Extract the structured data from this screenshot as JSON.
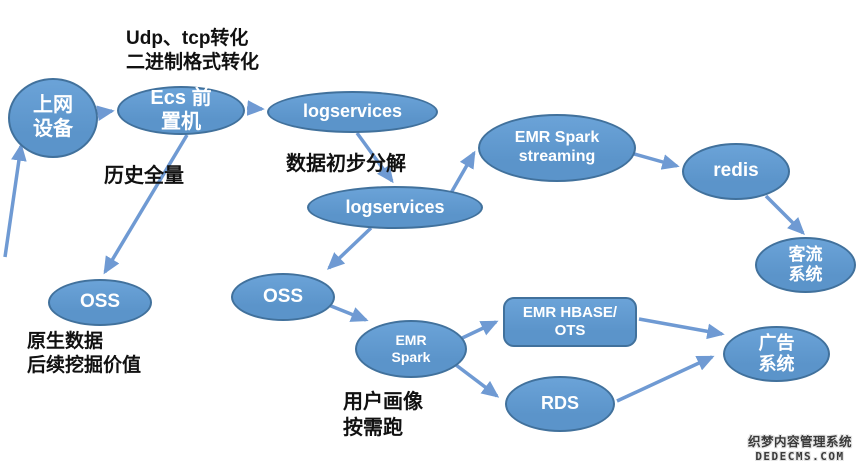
{
  "colors": {
    "node_fill": "#5b94ca",
    "node_fill_top": "#6ba3d8",
    "node_border": "#41719c",
    "node_text": "#ffffff",
    "arrow": "#6f9ad3",
    "label_text": "#111111"
  },
  "nodes": {
    "device": {
      "lines": [
        "上网",
        "设备"
      ]
    },
    "ecs": {
      "lines": [
        "Ecs 前",
        "置机"
      ]
    },
    "logservices1": {
      "lines": [
        "logservices"
      ]
    },
    "logservices2": {
      "lines": [
        "logservices"
      ]
    },
    "emr_spark_streaming": {
      "lines": [
        "EMR Spark",
        "streaming"
      ]
    },
    "redis": {
      "lines": [
        "redis"
      ]
    },
    "passenger_system": {
      "lines": [
        "客流",
        "系统"
      ]
    },
    "oss_left": {
      "lines": [
        "OSS"
      ]
    },
    "oss_mid": {
      "lines": [
        "OSS"
      ]
    },
    "emr_spark": {
      "lines": [
        "EMR",
        "Spark"
      ]
    },
    "emr_hbase_ots": {
      "lines": [
        "EMR HBASE/",
        "OTS"
      ]
    },
    "rds": {
      "lines": [
        "RDS"
      ]
    },
    "ad_system": {
      "lines": [
        "广告",
        "系统"
      ]
    }
  },
  "annotations": {
    "udp_tcp": {
      "lines": [
        "Udp、tcp转化",
        "二进制格式转化"
      ]
    },
    "history_full": "历史全量",
    "initial_decompose": "数据初步分解",
    "raw_data": {
      "lines": [
        "原生数据",
        "后续挖掘价值"
      ]
    },
    "user_profile": {
      "lines": [
        "用户画像",
        "按需跑"
      ]
    }
  },
  "watermark": {
    "line1": "织梦内容管理系统",
    "line2": "DEDECMS.COM"
  },
  "edges": [
    {
      "from": "external",
      "to": "device"
    },
    {
      "from": "device",
      "to": "ecs"
    },
    {
      "from": "ecs",
      "to": "logservices1"
    },
    {
      "from": "ecs",
      "to": "oss_left"
    },
    {
      "from": "logservices1",
      "to": "logservices2"
    },
    {
      "from": "logservices2",
      "to": "emr_spark_streaming"
    },
    {
      "from": "emr_spark_streaming",
      "to": "redis"
    },
    {
      "from": "redis",
      "to": "passenger_system"
    },
    {
      "from": "logservices2",
      "to": "oss_mid"
    },
    {
      "from": "oss_mid",
      "to": "emr_spark"
    },
    {
      "from": "emr_spark",
      "to": "emr_hbase_ots"
    },
    {
      "from": "emr_spark",
      "to": "rds"
    },
    {
      "from": "emr_hbase_ots",
      "to": "ad_system"
    },
    {
      "from": "rds",
      "to": "ad_system"
    }
  ]
}
